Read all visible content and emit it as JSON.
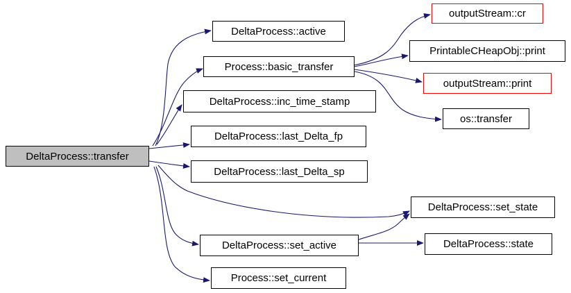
{
  "graph": {
    "edge_color": "#191970",
    "root_fill": "#bfbfbf",
    "undocumented_border": "#ff0000",
    "nodes": {
      "transfer": "DeltaProcess::transfer",
      "active": "DeltaProcess::active",
      "basic_transfer": "Process::basic_transfer",
      "inc_time_stamp": "DeltaProcess::inc_time_stamp",
      "last_delta_fp": "DeltaProcess::last_Delta_fp",
      "last_delta_sp": "DeltaProcess::last_Delta_sp",
      "set_state": "DeltaProcess::set_state",
      "set_active": "DeltaProcess::set_active",
      "set_current": "Process::set_current",
      "output_cr": "outputStream::cr",
      "printable_print": "PrintableCHeapObj::print",
      "output_print": "outputStream::print",
      "os_transfer": "os::transfer",
      "state": "DeltaProcess::state"
    },
    "edges": [
      [
        "transfer",
        "active"
      ],
      [
        "transfer",
        "basic_transfer"
      ],
      [
        "transfer",
        "inc_time_stamp"
      ],
      [
        "transfer",
        "last_delta_fp"
      ],
      [
        "transfer",
        "last_delta_sp"
      ],
      [
        "transfer",
        "set_state"
      ],
      [
        "transfer",
        "set_active"
      ],
      [
        "transfer",
        "set_current"
      ],
      [
        "basic_transfer",
        "output_cr"
      ],
      [
        "basic_transfer",
        "printable_print"
      ],
      [
        "basic_transfer",
        "output_print"
      ],
      [
        "basic_transfer",
        "os_transfer"
      ],
      [
        "set_active",
        "set_state"
      ],
      [
        "set_active",
        "state"
      ]
    ]
  }
}
